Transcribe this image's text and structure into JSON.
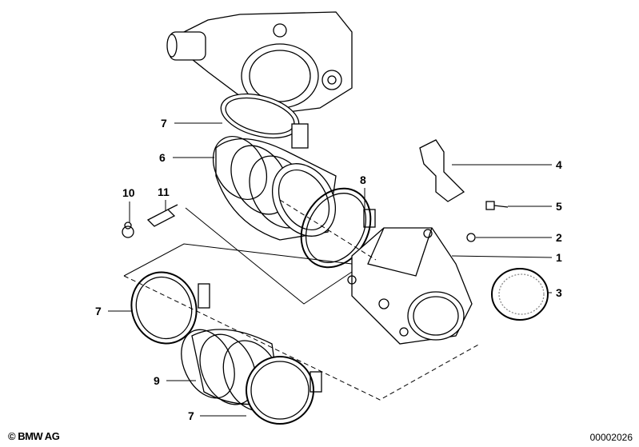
{
  "diagram": {
    "callouts": [
      {
        "id": "7a",
        "label": "7"
      },
      {
        "id": "6",
        "label": "6"
      },
      {
        "id": "10",
        "label": "10"
      },
      {
        "id": "11",
        "label": "11"
      },
      {
        "id": "8",
        "label": "8"
      },
      {
        "id": "4",
        "label": "4"
      },
      {
        "id": "5",
        "label": "5"
      },
      {
        "id": "2",
        "label": "2"
      },
      {
        "id": "1",
        "label": "1"
      },
      {
        "id": "3",
        "label": "3"
      },
      {
        "id": "7b",
        "label": "7"
      },
      {
        "id": "9",
        "label": "9"
      },
      {
        "id": "7c",
        "label": "7"
      }
    ]
  },
  "footer": {
    "copyright": "© BMW AG",
    "document_number": "00002026"
  }
}
